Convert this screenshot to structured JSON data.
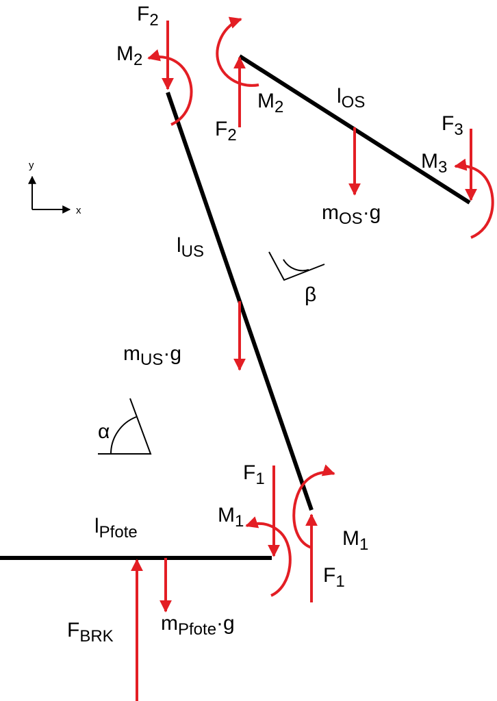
{
  "colors": {
    "segment": "#000000",
    "force": "#e31e24",
    "background": "#ffffff"
  },
  "axes": {
    "x": "x",
    "y": "y"
  },
  "angles": {
    "alpha": "α",
    "beta": "β"
  },
  "segments": {
    "pfote": {
      "base": "l",
      "sub": "Pfote"
    },
    "us": {
      "base": "l",
      "sub": "US"
    },
    "os": {
      "base": "l",
      "sub": "OS"
    }
  },
  "forces": {
    "f2_top": {
      "base": "F",
      "sub": "2"
    },
    "f2_os": {
      "base": "F",
      "sub": "2"
    },
    "f3": {
      "base": "F",
      "sub": "3"
    },
    "f1_pfote": {
      "base": "F",
      "sub": "1"
    },
    "f1_us": {
      "base": "F",
      "sub": "1"
    },
    "fbrk": {
      "base": "F",
      "sub": "BRK"
    }
  },
  "moments": {
    "m2_top": {
      "base": "M",
      "sub": "2"
    },
    "m2_os": {
      "base": "M",
      "sub": "2"
    },
    "m3": {
      "base": "M",
      "sub": "3"
    },
    "m1_pfote": {
      "base": "M",
      "sub": "1"
    },
    "m1_us": {
      "base": "M",
      "sub": "1"
    }
  },
  "weights": {
    "os": {
      "base": "m",
      "sub": "OS",
      "tail": "·g"
    },
    "us": {
      "base": "m",
      "sub": "US",
      "tail": "·g"
    },
    "pfote": {
      "base": "m",
      "sub": "Pfote",
      "tail": "·g"
    }
  }
}
